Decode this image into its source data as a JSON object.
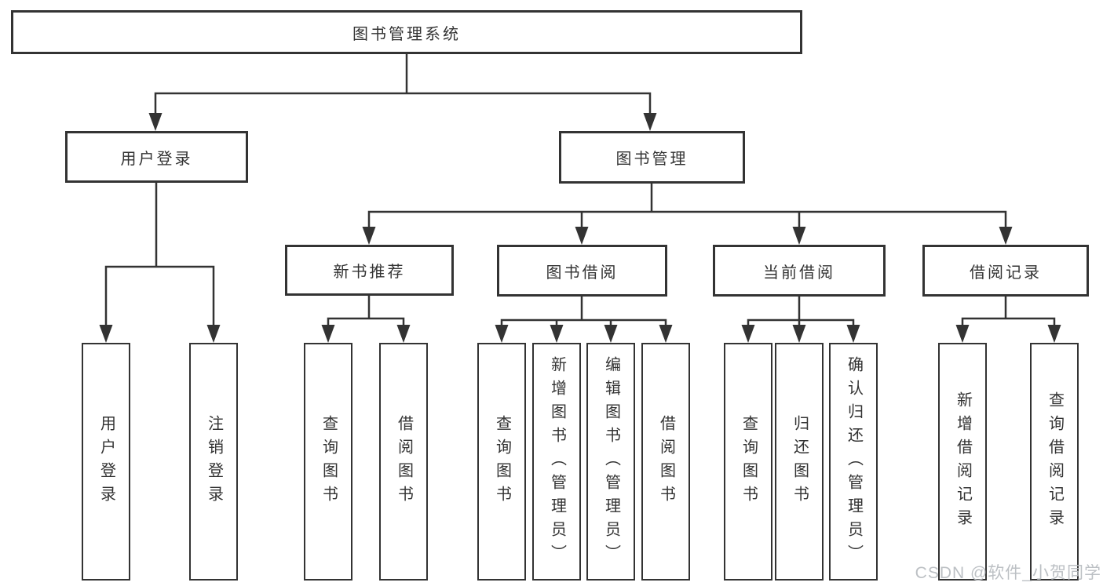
{
  "tree": {
    "root": {
      "label": "图书管理系统",
      "children": [
        {
          "label": "用户登录",
          "children": [
            {
              "label": "用户登录"
            },
            {
              "label": "注销登录"
            }
          ]
        },
        {
          "label": "图书管理",
          "children": [
            {
              "label": "新书推荐",
              "children": [
                {
                  "label": "查询图书"
                },
                {
                  "label": "借阅图书"
                }
              ]
            },
            {
              "label": "图书借阅",
              "children": [
                {
                  "label": "查询图书"
                },
                {
                  "label": "新增图书（管理员）"
                },
                {
                  "label": "编辑图书（管理员）"
                },
                {
                  "label": "借阅图书"
                }
              ]
            },
            {
              "label": "当前借阅",
              "children": [
                {
                  "label": "查询图书"
                },
                {
                  "label": "归还图书"
                },
                {
                  "label": "确认归还（管理员）"
                }
              ]
            },
            {
              "label": "借阅记录",
              "children": [
                {
                  "label": "新增借阅记录"
                },
                {
                  "label": "查询借阅记录"
                }
              ]
            }
          ]
        }
      ]
    },
    "watermark": "CSDN @软件_小贺同学",
    "colors": {
      "line": "#333333",
      "text": "#333333",
      "watermark": "#b9bdc1",
      "background": "#ffffff"
    }
  }
}
